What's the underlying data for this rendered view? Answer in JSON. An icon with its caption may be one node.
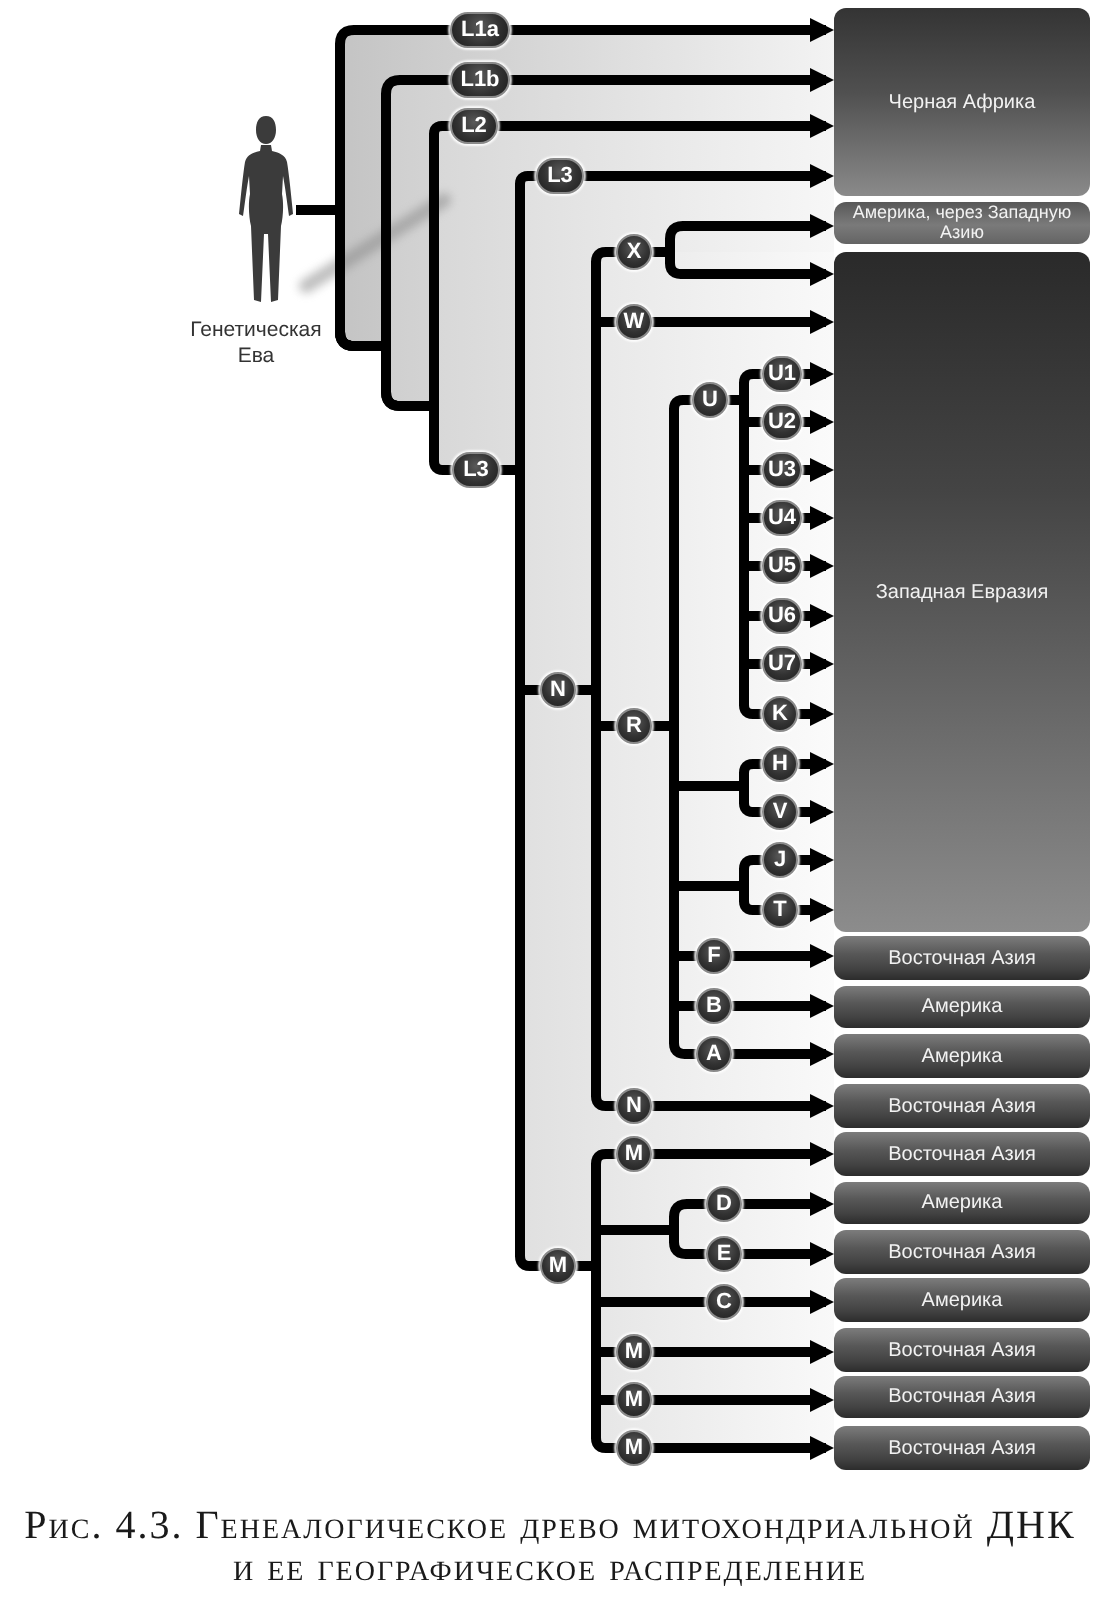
{
  "diagram": {
    "caption": "Рис. 4.3. Генеалогическое древо митохондриальной ДНК и ее географическое распределение",
    "nodes": [
      {
        "text": [],
        "shape": "person",
        "beside": [
          "Генетическая Ева"
        ]
      },
      {
        "text": [
          "L1a"
        ]
      },
      {
        "text": [
          "L1b"
        ]
      },
      {
        "text": [
          "L2"
        ]
      },
      {
        "text": [
          "L3"
        ]
      },
      {
        "text": [
          "X"
        ]
      },
      {
        "text": [
          "W"
        ]
      },
      {
        "text": [
          "U"
        ]
      },
      {
        "text": [
          "U1"
        ]
      },
      {
        "text": [
          "U2"
        ]
      },
      {
        "text": [
          "U3"
        ]
      },
      {
        "text": [
          "U4"
        ]
      },
      {
        "text": [
          "U5"
        ]
      },
      {
        "text": [
          "U6"
        ]
      },
      {
        "text": [
          "U7"
        ]
      },
      {
        "text": [
          "K"
        ]
      },
      {
        "text": [
          "L3"
        ]
      },
      {
        "text": [
          "N"
        ]
      },
      {
        "text": [
          "R"
        ]
      },
      {
        "text": [
          "H"
        ]
      },
      {
        "text": [
          "V"
        ]
      },
      {
        "text": [
          "J"
        ]
      },
      {
        "text": [
          "T"
        ]
      },
      {
        "text": [
          "F"
        ]
      },
      {
        "text": [
          "B"
        ]
      },
      {
        "text": [
          "A"
        ]
      },
      {
        "text": [
          "N"
        ]
      },
      {
        "text": [
          "M"
        ]
      },
      {
        "text": [
          "D"
        ]
      },
      {
        "text": [
          "E"
        ]
      },
      {
        "text": [
          "M"
        ]
      },
      {
        "text": [
          "C"
        ]
      },
      {
        "text": [
          "M"
        ]
      },
      {
        "text": [
          "M"
        ]
      },
      {
        "text": [
          "M"
        ]
      },
      {
        "text": [
          "Черная Африка"
        ]
      },
      {
        "text": [
          "Америка, через Западную Азию"
        ]
      },
      {
        "text": [
          "Западная Евразия"
        ]
      },
      {
        "text": [
          "Восточная Азия"
        ]
      },
      {
        "text": [
          "Америка"
        ]
      },
      {
        "text": [
          "Америка"
        ]
      },
      {
        "text": [
          "Восточная Азия"
        ]
      },
      {
        "text": [
          "Восточная Азия"
        ]
      },
      {
        "text": [
          "Америка"
        ]
      },
      {
        "text": [
          "Восточная Азия"
        ]
      },
      {
        "text": [
          "Америка"
        ]
      },
      {
        "text": [
          "Восточная Азия"
        ]
      },
      {
        "text": [
          "Восточная Азия"
        ]
      },
      {
        "text": [
          "Восточная Азия"
        ]
      }
    ],
    "edges": [
      {
        "from": 0,
        "to": 1,
        "arrow": "none"
      },
      {
        "from": 0,
        "to": 2,
        "arrow": "none"
      },
      {
        "from": 0,
        "to": 3,
        "arrow": "none"
      },
      {
        "from": 0,
        "to": 16,
        "arrow": "none"
      },
      {
        "from": 16,
        "to": 4,
        "arrow": "none"
      },
      {
        "from": 16,
        "to": 17,
        "arrow": "none"
      },
      {
        "from": 16,
        "to": 30,
        "arrow": "none"
      },
      {
        "from": 17,
        "to": 5,
        "arrow": "none"
      },
      {
        "from": 17,
        "to": 6,
        "arrow": "none"
      },
      {
        "from": 17,
        "to": 18,
        "arrow": "none"
      },
      {
        "from": 17,
        "to": 26,
        "arrow": "none"
      },
      {
        "from": 18,
        "to": 7,
        "arrow": "none"
      },
      {
        "from": 18,
        "to": 19,
        "arrow": "none"
      },
      {
        "from": 18,
        "to": 20,
        "arrow": "none"
      },
      {
        "from": 18,
        "to": 21,
        "arrow": "none"
      },
      {
        "from": 18,
        "to": 22,
        "arrow": "none"
      },
      {
        "from": 18,
        "to": 23,
        "arrow": "none"
      },
      {
        "from": 18,
        "to": 24,
        "arrow": "none"
      },
      {
        "from": 18,
        "to": 25,
        "arrow": "none"
      },
      {
        "from": 7,
        "to": 8,
        "arrow": "none"
      },
      {
        "from": 7,
        "to": 9,
        "arrow": "none"
      },
      {
        "from": 7,
        "to": 10,
        "arrow": "none"
      },
      {
        "from": 7,
        "to": 11,
        "arrow": "none"
      },
      {
        "from": 7,
        "to": 12,
        "arrow": "none"
      },
      {
        "from": 7,
        "to": 13,
        "arrow": "none"
      },
      {
        "from": 7,
        "to": 14,
        "arrow": "none"
      },
      {
        "from": 7,
        "to": 15,
        "arrow": "none"
      },
      {
        "from": 30,
        "to": 27,
        "arrow": "none"
      },
      {
        "from": 30,
        "to": 28,
        "arrow": "none"
      },
      {
        "from": 30,
        "to": 29,
        "arrow": "none"
      },
      {
        "from": 30,
        "to": 31,
        "arrow": "none"
      },
      {
        "from": 30,
        "to": 32,
        "arrow": "none"
      },
      {
        "from": 30,
        "to": 33,
        "arrow": "none"
      },
      {
        "from": 30,
        "to": 34,
        "arrow": "none"
      },
      {
        "from": 1,
        "to": 35,
        "arrow": "to"
      },
      {
        "from": 2,
        "to": 35,
        "arrow": "to"
      },
      {
        "from": 3,
        "to": 35,
        "arrow": "to"
      },
      {
        "from": 4,
        "to": 35,
        "arrow": "to"
      },
      {
        "from": 5,
        "to": 36,
        "arrow": "to"
      },
      {
        "from": 5,
        "to": 37,
        "arrow": "to"
      },
      {
        "from": 6,
        "to": 37,
        "arrow": "to"
      },
      {
        "from": 8,
        "to": 37,
        "arrow": "to"
      },
      {
        "from": 9,
        "to": 37,
        "arrow": "to"
      },
      {
        "from": 10,
        "to": 37,
        "arrow": "to"
      },
      {
        "from": 11,
        "to": 37,
        "arrow": "to"
      },
      {
        "from": 12,
        "to": 37,
        "arrow": "to"
      },
      {
        "from": 13,
        "to": 37,
        "arrow": "to"
      },
      {
        "from": 14,
        "to": 37,
        "arrow": "to"
      },
      {
        "from": 15,
        "to": 37,
        "arrow": "to"
      },
      {
        "from": 19,
        "to": 37,
        "arrow": "to"
      },
      {
        "from": 20,
        "to": 37,
        "arrow": "to"
      },
      {
        "from": 21,
        "to": 37,
        "arrow": "to"
      },
      {
        "from": 22,
        "to": 37,
        "arrow": "to"
      },
      {
        "from": 23,
        "to": 38,
        "arrow": "to"
      },
      {
        "from": 24,
        "to": 39,
        "arrow": "to"
      },
      {
        "from": 25,
        "to": 40,
        "arrow": "to"
      },
      {
        "from": 26,
        "to": 41,
        "arrow": "to"
      },
      {
        "from": 27,
        "to": 42,
        "arrow": "to"
      },
      {
        "from": 28,
        "to": 43,
        "arrow": "to"
      },
      {
        "from": 29,
        "to": 44,
        "arrow": "to"
      },
      {
        "from": 31,
        "to": 45,
        "arrow": "to"
      },
      {
        "from": 32,
        "to": 46,
        "arrow": "to"
      },
      {
        "from": 33,
        "to": 47,
        "arrow": "to"
      },
      {
        "from": 34,
        "to": 48,
        "arrow": "to"
      }
    ]
  }
}
